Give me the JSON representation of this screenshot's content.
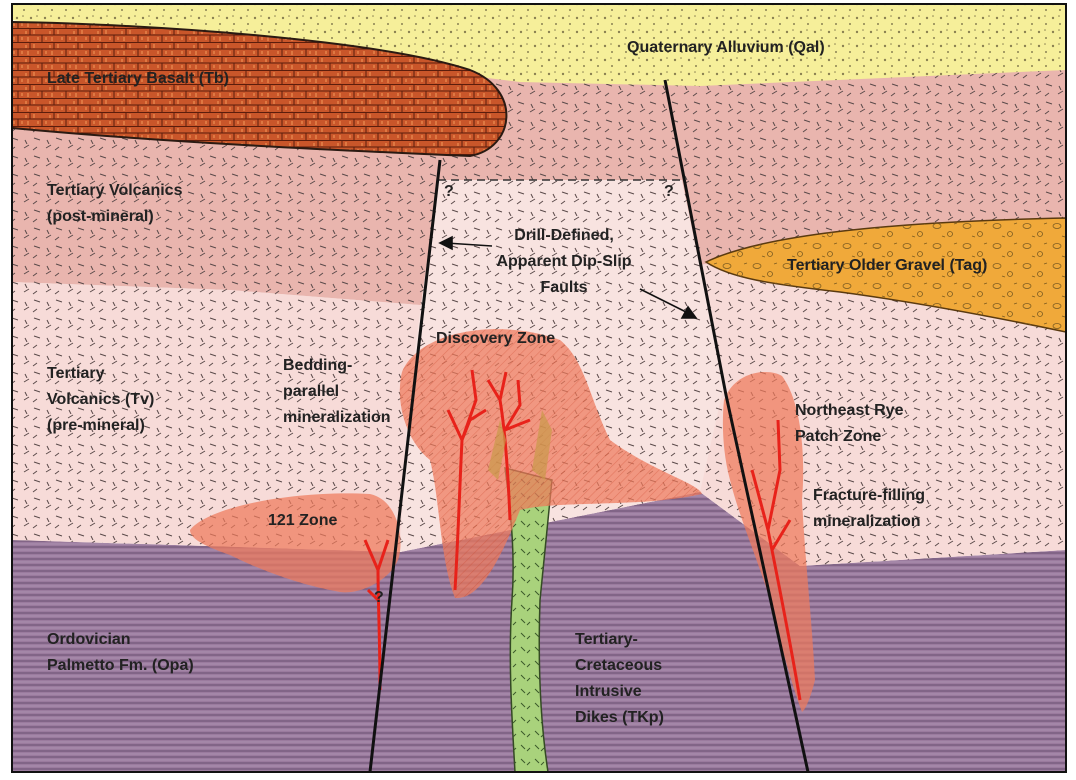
{
  "units": {
    "qal": {
      "label": "Quaternary Alluvium (Qal)",
      "color": "#f6ef9a"
    },
    "tb": {
      "label": "Late Tertiary Basalt (Tb)",
      "color": "#c9562a"
    },
    "tv_post": {
      "label_lines": [
        "Tertiary Volcanics",
        "(post-mineral)"
      ],
      "color": "#e9b5ae"
    },
    "tv_pre": {
      "label_lines": [
        "Tertiary",
        "Volcanics (Tv)",
        "(pre-mineral)"
      ],
      "color": "#f7dbd8"
    },
    "tag": {
      "label": "Tertiary Older Gravel (Tag)",
      "color": "#f0a93a"
    },
    "opa": {
      "label_lines": [
        "Ordovician",
        "Palmetto Fm. (Opa)"
      ],
      "color": "#9b7b9e"
    },
    "tkp": {
      "label_lines": [
        "Tertiary-",
        "Cretaceous",
        "Intrusive",
        "Dikes (TKp)"
      ],
      "color": "#a9d27c"
    }
  },
  "zones": {
    "discovery": "Discovery Zone",
    "zone121": "121 Zone",
    "northeast_rye_patch": [
      "Northeast Rye",
      "Patch Zone"
    ],
    "mineral_color": "#ee7a5c",
    "vein_color": "#e8221a"
  },
  "annotations": {
    "faults": [
      "Drill-Defined,",
      "Apparent Dip-Slip",
      "Faults"
    ],
    "bedding": [
      "Bedding-",
      "parallel",
      "mineralization"
    ],
    "fracture": [
      "Fracture-filling",
      "mineralization"
    ],
    "query": "?"
  }
}
